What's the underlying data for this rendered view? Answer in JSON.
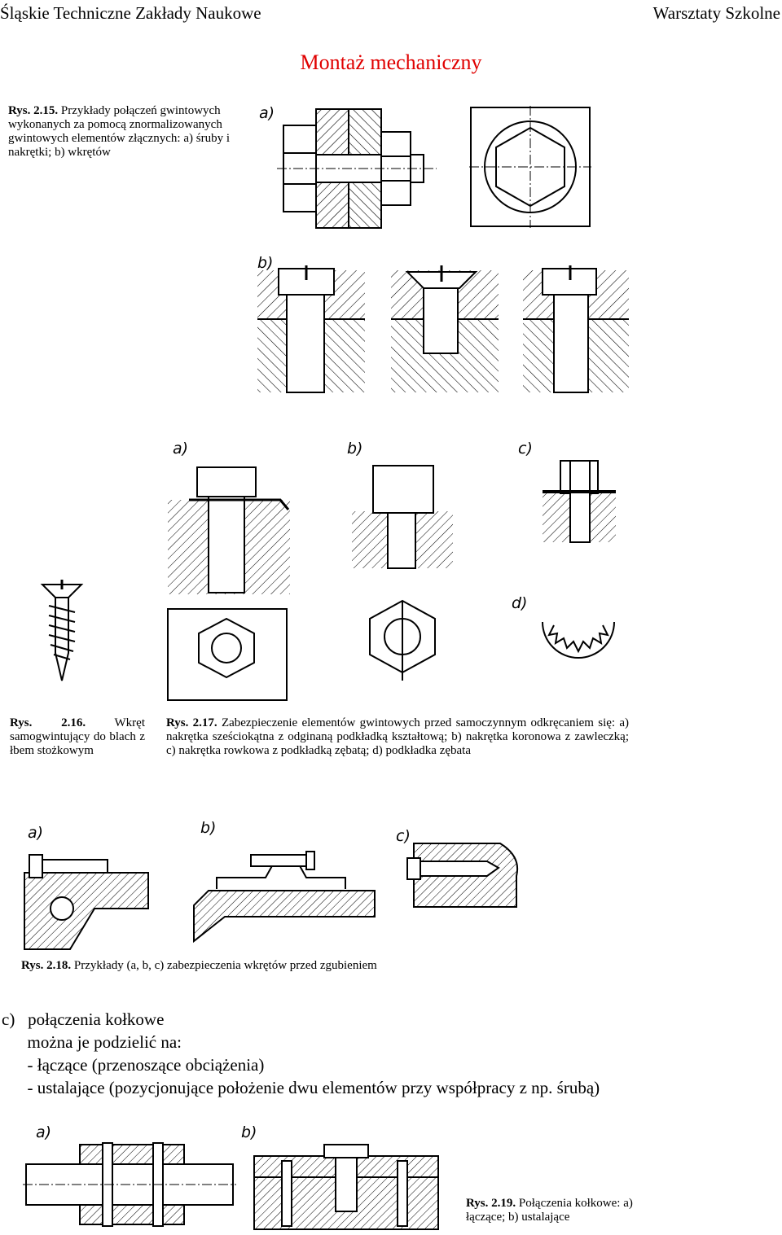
{
  "header": {
    "left": "Śląskie Techniczne Zakłady Naukowe",
    "right": "Warsztaty Szkolne"
  },
  "title": "Montaż mechaniczny",
  "fig215": {
    "num": "Rys. 2.15.",
    "text": "Przykłady połączeń gwintowych wykonanych za pomocą znormalizowanych gwintowych elementów złącznych: a) śruby i nakrętki; b) wkrętów",
    "label_a": "a)",
    "label_b": "b)"
  },
  "fig216": {
    "num": "Rys. 2.16.",
    "text": "Wkręt samogwintujący do blach z łbem stożkowym"
  },
  "fig217": {
    "num": "Rys. 2.17.",
    "text": "Zabezpieczenie elementów gwintowych przed samoczynnym odkręcaniem się: a) nakrętka sześciokątna z odginaną podkładką kształtową; b) nakrętka koronowa z zawleczką; c) nakrętka rowkowa z podkładką zębatą; d) podkładka zębata",
    "label_a": "a)",
    "label_b": "b)",
    "label_c": "c)",
    "label_d": "d)"
  },
  "fig218": {
    "num": "Rys. 2.18.",
    "text": "Przykłady (a, b, c) zabezpieczenia wkrętów przed zgubieniem",
    "label_a": "a)",
    "label_b": "b)",
    "label_c": "c)"
  },
  "section_c": {
    "line1": "c)   połączenia kołkowe",
    "line2": "      można je podzielić na:",
    "line3": "      - łączące (przenoszące obciążenia)",
    "line4": "      - ustalające (pozycjonujące położenie dwu elementów przy współpracy z np. śrubą)"
  },
  "fig219": {
    "num": "Rys. 2.19.",
    "text": "Połączenia kołkowe: a) łączące; b) ustalające",
    "label_a": "a)",
    "label_b": "b)"
  }
}
